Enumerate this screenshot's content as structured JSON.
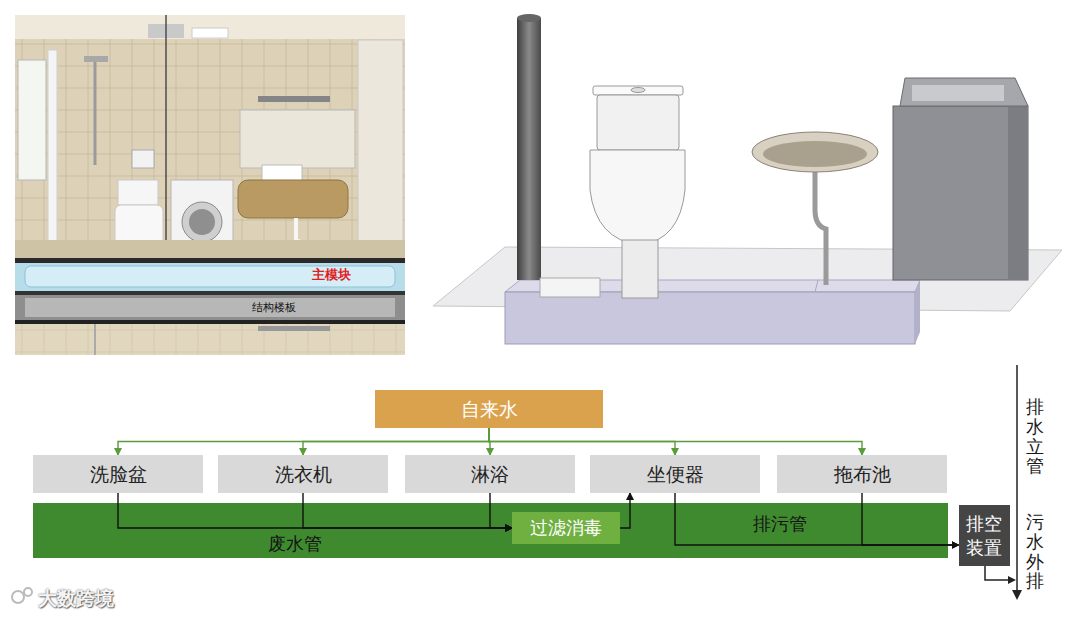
{
  "diagram": {
    "nodes": [
      {
        "text": [
          "自来水"
        ]
      },
      {
        "text": [
          "洗脸盆"
        ]
      },
      {
        "text": [
          "洗衣机"
        ]
      },
      {
        "text": [
          "淋浴"
        ]
      },
      {
        "text": [
          "坐便器"
        ]
      },
      {
        "text": [
          "拖布池"
        ]
      },
      {
        "text": [
          "废水管",
          "排污管"
        ]
      },
      {
        "text": [
          "过滤消毒"
        ],
        "in": 6
      },
      {
        "text": [
          "排空装置"
        ]
      }
    ],
    "edges": [
      {
        "from": 0,
        "to": 1,
        "arrow": "to"
      },
      {
        "from": 0,
        "to": 2,
        "arrow": "to"
      },
      {
        "from": 0,
        "to": 3,
        "arrow": "to"
      },
      {
        "from": 0,
        "to": 4,
        "arrow": "to"
      },
      {
        "from": 0,
        "to": 5,
        "arrow": "to"
      },
      {
        "from": 1,
        "to": 7,
        "arrow": "to"
      },
      {
        "from": 2,
        "to": 7,
        "arrow": "to"
      },
      {
        "from": 3,
        "to": 7,
        "arrow": "to"
      },
      {
        "from": 7,
        "to": 4,
        "arrow": "to"
      },
      {
        "from": 4,
        "to": 8,
        "arrow": "to"
      },
      {
        "from": 5,
        "to": 8,
        "arrow": "to"
      }
    ],
    "labels": [
      "主模块",
      "结构楼板",
      "排水立管",
      "污水外排",
      "大数跨境"
    ]
  }
}
